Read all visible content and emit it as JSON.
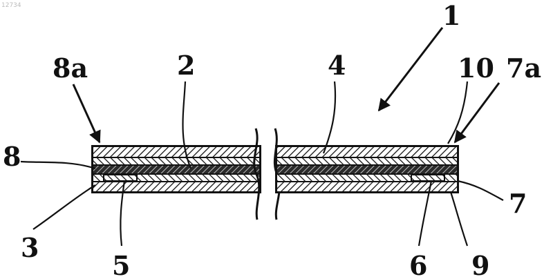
{
  "figure": {
    "corner_id": "12734",
    "labels": {
      "l1": "1",
      "l2": "2",
      "l3": "3",
      "l4": "4",
      "l5": "5",
      "l6": "6",
      "l7": "7",
      "l7a": "7a",
      "l8": "8",
      "l8a": "8a",
      "l9": "9",
      "l10": "10"
    }
  }
}
